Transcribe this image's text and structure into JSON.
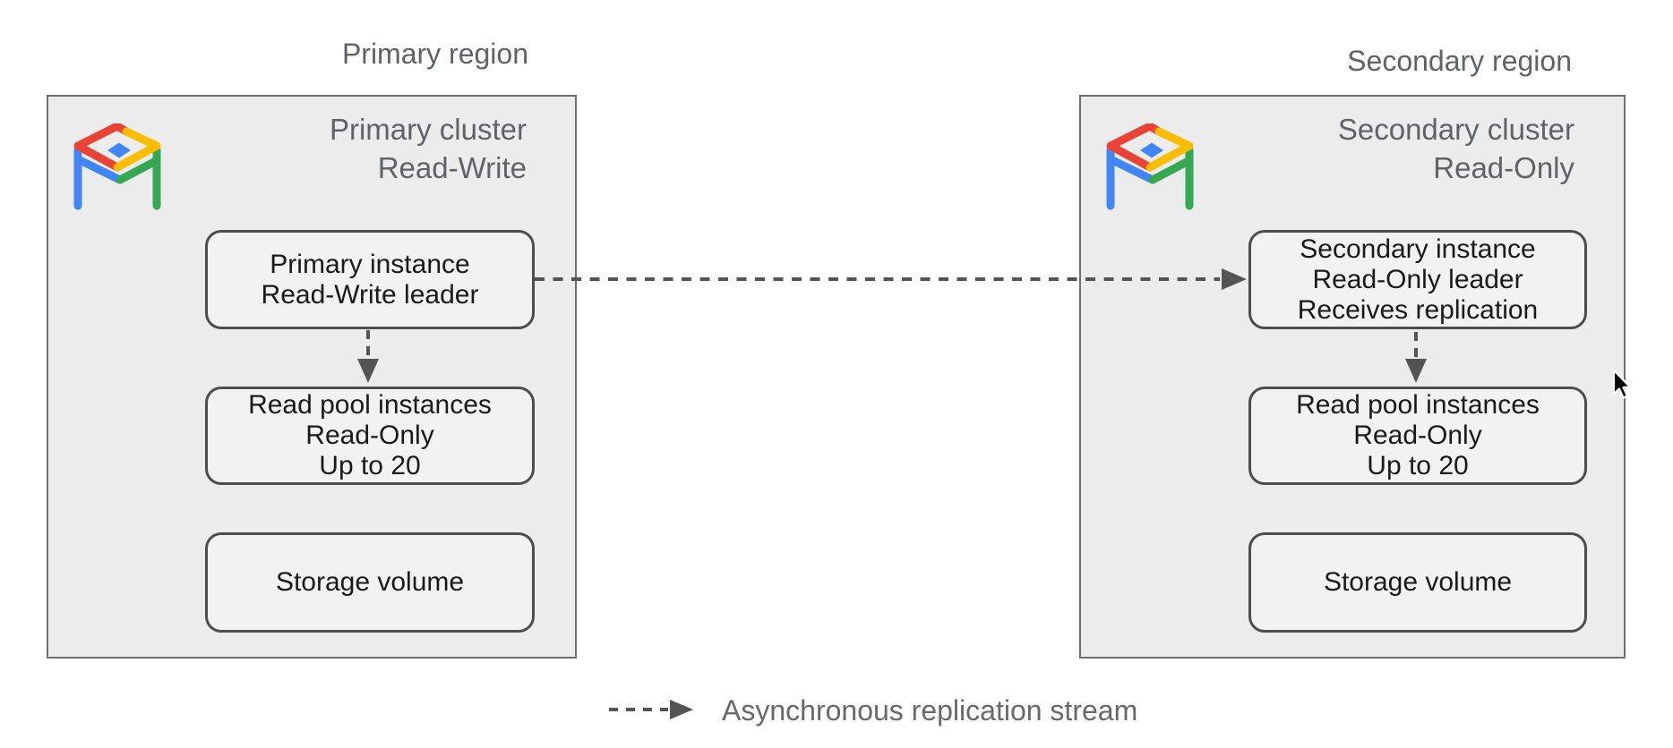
{
  "legend": {
    "label": "Asynchronous replication stream"
  },
  "primary": {
    "region_label": "Primary region",
    "cluster_title": "Primary cluster",
    "cluster_subtitle": "Read-Write",
    "instance": {
      "line1": "Primary instance",
      "line2": "Read-Write leader"
    },
    "read_pool": {
      "line1": "Read pool instances",
      "line2": "Read-Only",
      "line3": "Up to 20"
    },
    "storage": {
      "line1": "Storage volume"
    }
  },
  "secondary": {
    "region_label": "Secondary region",
    "cluster_title": "Secondary cluster",
    "cluster_subtitle": "Read-Only",
    "instance": {
      "line1": "Secondary instance",
      "line2": "Read-Only leader",
      "line3": "Receives replication"
    },
    "read_pool": {
      "line1": "Read pool instances",
      "line2": "Read-Only",
      "line3": "Up to 20"
    },
    "storage": {
      "line1": "Storage volume"
    }
  },
  "icons": {
    "cluster_logo": "alloydb-table-icon",
    "pointer": "mouse-cursor-icon"
  },
  "colors": {
    "canvas_bg": "#ffffff",
    "cluster_bg": "#ececec",
    "cluster_border": "#6e6e6e",
    "node_bg": "#f2f2f2",
    "node_border": "#4d4d4d",
    "node_text": "#1a1a1a",
    "muted_text": "#5f6368",
    "arrow": "#545454",
    "logo_red": "#EA4335",
    "logo_yellow": "#FBBC04",
    "logo_green": "#34A853",
    "logo_blue": "#4285F4",
    "cursor_fill": "#000000",
    "cursor_outline": "#ffffff"
  }
}
